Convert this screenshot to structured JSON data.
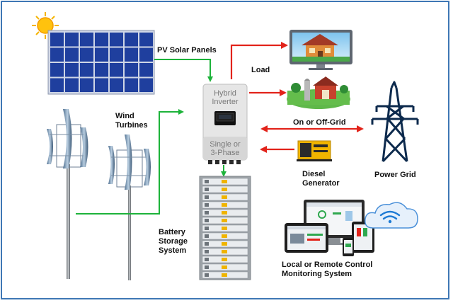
{
  "labels": {
    "pv_panels": "PV Solar Panels",
    "wind_line1": "Wind",
    "wind_line2": "Turbines",
    "load": "Load",
    "grid_link": "On or Off-Grid",
    "power_grid": "Power Grid",
    "diesel_line1": "Diesel",
    "diesel_line2": "Generator",
    "battery_line1": "Battery",
    "battery_line2": "Storage",
    "battery_line3": "System",
    "monitor_line1": "Local or Remote Control",
    "monitor_line2": "Monitoring System"
  },
  "inverter": {
    "top_line1": "Hybrid",
    "top_line2": "Inverter",
    "bottom_line1": "Single or",
    "bottom_line2": "3-Phase"
  },
  "colors": {
    "frame": "#3f77b5",
    "dc_flow": "#1db33a",
    "ac_flow": "#e2231a",
    "panel": "#1f3f9e",
    "grid_tower": "#0d2a4d"
  },
  "icons": [
    "sun-icon",
    "solar-panel-icon",
    "wind-turbine-icon",
    "hybrid-inverter-icon",
    "house-monitor-icon",
    "farm-icon",
    "power-grid-tower-icon",
    "diesel-generator-icon",
    "battery-rack-icon",
    "monitoring-devices-icon",
    "wifi-cloud-icon"
  ]
}
